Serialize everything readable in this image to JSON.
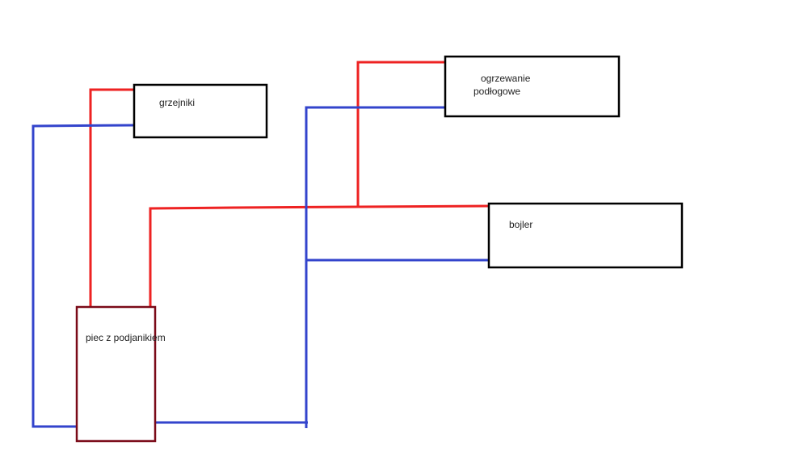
{
  "colors": {
    "supply": "#ee2222",
    "return": "#3344cc",
    "box": "#000000",
    "furnace": "#7a0a18"
  },
  "labels": {
    "radiators": "grzejniki",
    "floor_line1": "ogrzewanie",
    "floor_line2": "podłogowe",
    "boiler": "bojler",
    "furnace": "piec z podjanikiem"
  }
}
